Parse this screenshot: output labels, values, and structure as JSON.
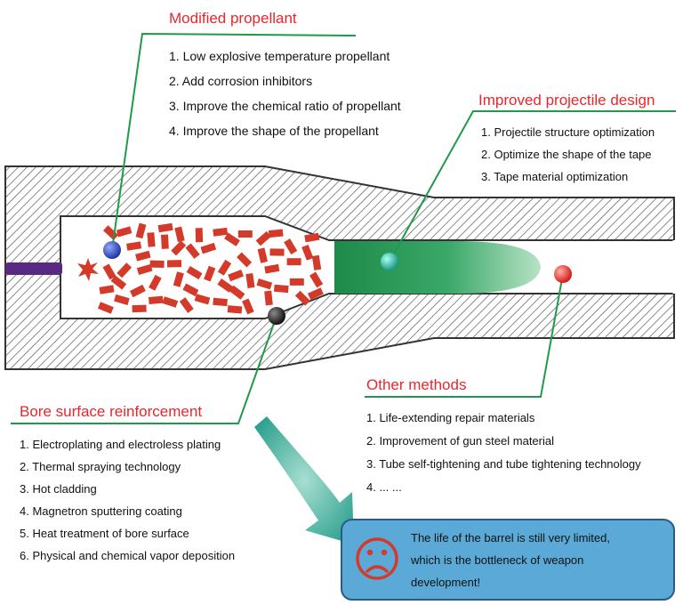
{
  "colors": {
    "title": "#e8262b",
    "leader": "#1f9a4a",
    "propellant": "#d33a2a",
    "projectile": "#1e8a4a",
    "arrow": "#2aa08a",
    "box_fill": "#5aa9d6",
    "box_border": "#2a5a8a",
    "sad_face": "#d33a2a"
  },
  "modified_propellant": {
    "title": "Modified propellant",
    "items": [
      "1. Low explosive temperature propellant",
      "2. Add corrosion inhibitors",
      "3. Improve the chemical ratio of propellant",
      "4. Improve the shape of the propellant"
    ]
  },
  "projectile_design": {
    "title": "Improved projectile design",
    "items": [
      "1. Projectile structure optimization",
      "2. Optimize the shape of the tape",
      "3. Tape material optimization"
    ]
  },
  "other_methods": {
    "title": "Other methods",
    "items": [
      "1. Life-extending repair materials",
      "2. Improvement of gun steel material",
      "3. Tube self-tightening and tube tightening technology",
      "4. ... ..."
    ]
  },
  "bore_surface": {
    "title": "Bore surface reinforcement",
    "items": [
      "1. Electroplating and electroless plating",
      "2. Thermal spraying technology",
      "3. Hot cladding",
      "4. Magnetron sputtering coating",
      "5. Heat treatment of bore surface",
      "6. Physical and chemical vapor deposition"
    ]
  },
  "conclusion": {
    "lines": [
      "The life of the barrel is still very limited,",
      "which is the bottleneck of weapon",
      "development!"
    ],
    "icon": "sad-face-icon"
  }
}
